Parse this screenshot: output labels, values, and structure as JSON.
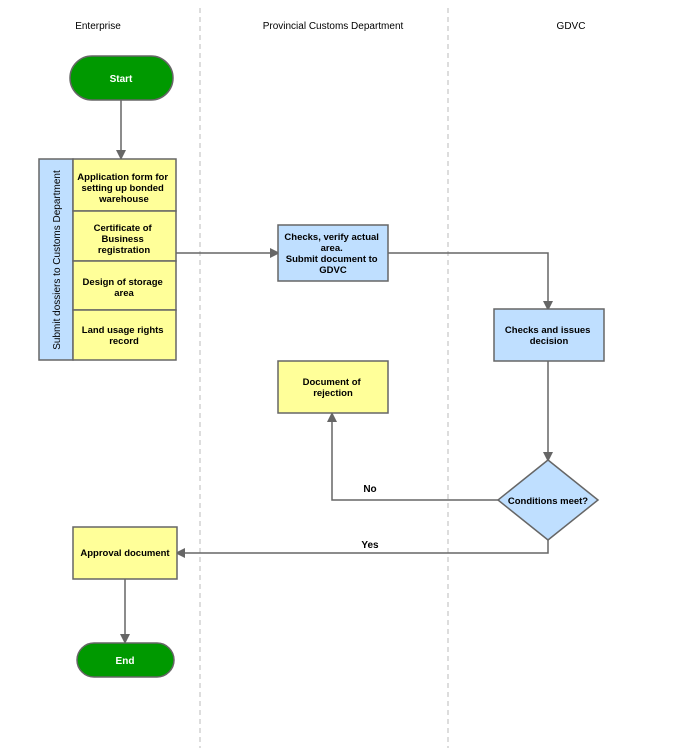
{
  "lanes": {
    "enterprise": "Enterprise",
    "customs": "Provincial Customs Department",
    "gdvc": "GDVC"
  },
  "nodes": {
    "start": "Start",
    "submit_group": "Submit dossiers to Customs Department",
    "application_form": [
      "Application form for",
      "setting up bonded",
      "warehouse"
    ],
    "certificate": [
      "Certificate of",
      "Business",
      "registration"
    ],
    "storage_design": [
      "Design of storage",
      "area"
    ],
    "land_usage": [
      "Land usage rights",
      "record"
    ],
    "checks_verify": [
      "Checks, verify actual",
      "area.",
      "Submit document to",
      "GDVC"
    ],
    "checks_issues": [
      "Checks and issues",
      "decision"
    ],
    "rejection": [
      "Document of",
      "rejection"
    ],
    "conditions": "Conditions meet?",
    "approval": "Approval document",
    "end": "End"
  },
  "edges": {
    "no_label": "No",
    "yes_label": "Yes"
  },
  "colors": {
    "yellow_box": "#ffff99",
    "blue_box": "#bfdfff",
    "green_terminal": "#009900",
    "connector": "#666666"
  }
}
